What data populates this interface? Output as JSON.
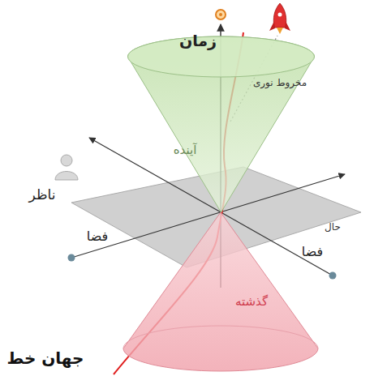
{
  "diagram": {
    "nodes": [
      {
        "text": [
          "آینده"
        ]
      },
      {
        "text": [
          "گذشته"
        ]
      }
    ],
    "labels": [
      "زمان",
      "مخروط نوری",
      "ناظر",
      "حال",
      "فضا",
      "فضا",
      "جهان خط"
    ]
  }
}
